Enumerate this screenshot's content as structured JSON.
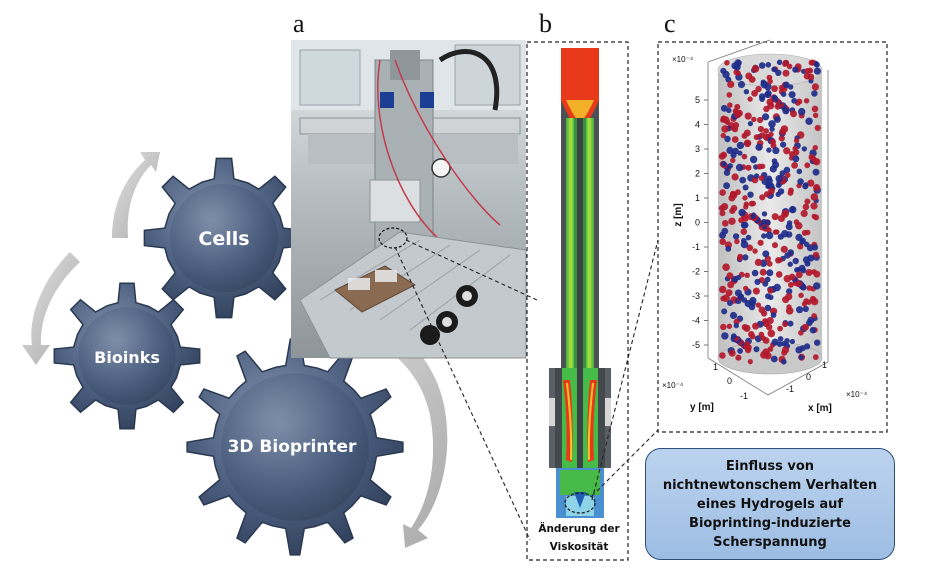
{
  "gears": [
    {
      "label": "Cells"
    },
    {
      "label": "Bioinks"
    },
    {
      "label": "3D Bioprinter"
    }
  ],
  "panels": {
    "a": "a",
    "b": "b",
    "c": "c"
  },
  "nozzle_caption_line1": "Änderung der",
  "nozzle_caption_line2": "Viskosität",
  "info_box_lines": [
    "Einfluss von",
    "nichtnewtonschem Verhalten",
    "eines Hydrogels auf",
    "Bioprinting-induzierte",
    "Scherspannung"
  ],
  "plot3d": {
    "z_label": "z [m]",
    "y_label": "y [m]",
    "x_label": "x [m]",
    "z_exp": "×10⁻⁴",
    "y_exp": "×10⁻⁴",
    "x_exp": "×10⁻⁴",
    "z_ticks": [
      "5",
      "4",
      "3",
      "2",
      "1",
      "0",
      "-1",
      "-2",
      "-3",
      "-4",
      "-5"
    ],
    "y_ticks": [
      "1",
      "0",
      "-1"
    ],
    "x_ticks": [
      "-1",
      "0",
      "1"
    ],
    "particle_colors": {
      "red": "#b2182b",
      "blue": "#1f2d8a"
    }
  },
  "colors": {
    "gear": "#3d5070",
    "arrow": "#c8c8c8",
    "simulation_red": "#e8391a",
    "simulation_green": "#4ec24a",
    "simulation_dark": "#4a4f55",
    "info_box": "#a8c6ea"
  }
}
